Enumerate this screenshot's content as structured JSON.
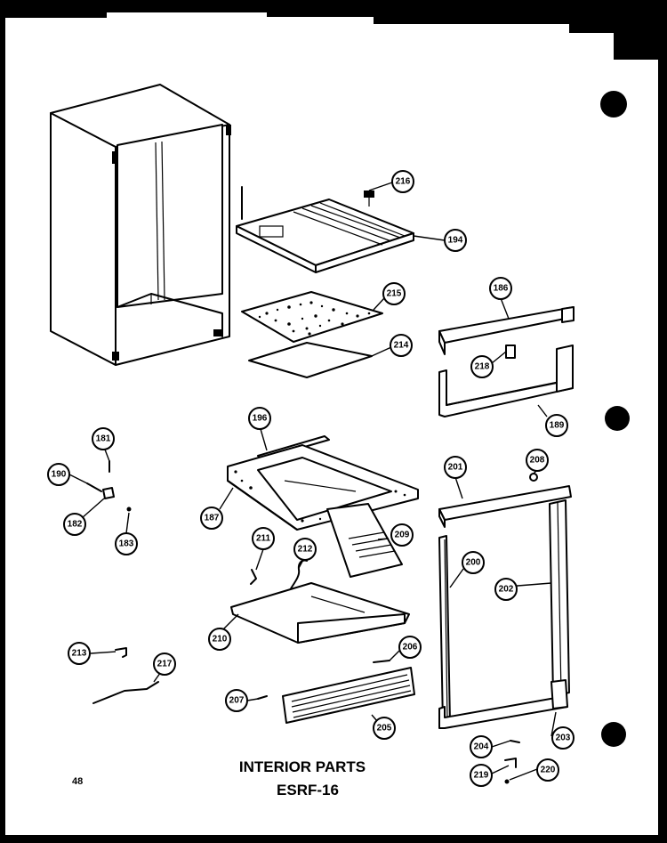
{
  "page_number": "48",
  "title_line1": "INTERIOR PARTS",
  "title_line2": "ESRF-16",
  "callouts": [
    "216",
    "194",
    "215",
    "214",
    "186",
    "218",
    "189",
    "196",
    "181",
    "190",
    "182",
    "183",
    "187",
    "201",
    "208",
    "211",
    "212",
    "209",
    "200",
    "202",
    "210",
    "213",
    "217",
    "206",
    "207",
    "205",
    "203",
    "204",
    "219",
    "220"
  ]
}
